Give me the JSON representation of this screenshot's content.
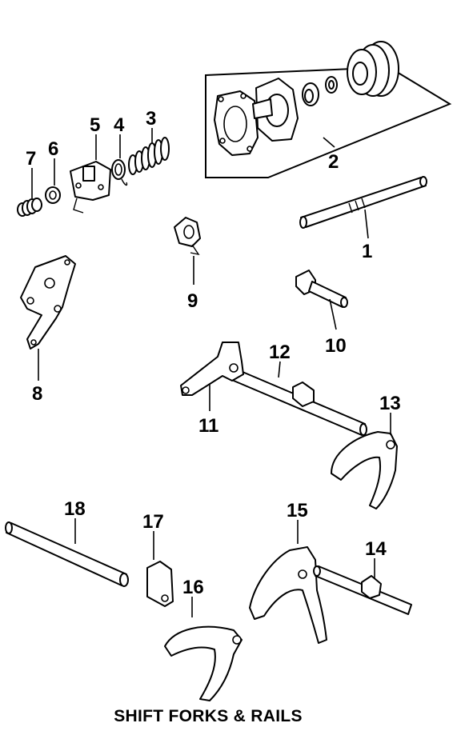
{
  "title": "SHIFT FORKS & RAILS",
  "callouts": [
    {
      "id": "1",
      "label": "1"
    },
    {
      "id": "2",
      "label": "2"
    },
    {
      "id": "3",
      "label": "3"
    },
    {
      "id": "4",
      "label": "4"
    },
    {
      "id": "5",
      "label": "5"
    },
    {
      "id": "6",
      "label": "6"
    },
    {
      "id": "7",
      "label": "7"
    },
    {
      "id": "8",
      "label": "8"
    },
    {
      "id": "9",
      "label": "9"
    },
    {
      "id": "10",
      "label": "10"
    },
    {
      "id": "11",
      "label": "11"
    },
    {
      "id": "12",
      "label": "12"
    },
    {
      "id": "13",
      "label": "13"
    },
    {
      "id": "14",
      "label": "14"
    },
    {
      "id": "15",
      "label": "15"
    },
    {
      "id": "16",
      "label": "16"
    },
    {
      "id": "17",
      "label": "17"
    },
    {
      "id": "18",
      "label": "18"
    }
  ],
  "colors": {
    "ink": "#000000",
    "paper": "#ffffff"
  }
}
